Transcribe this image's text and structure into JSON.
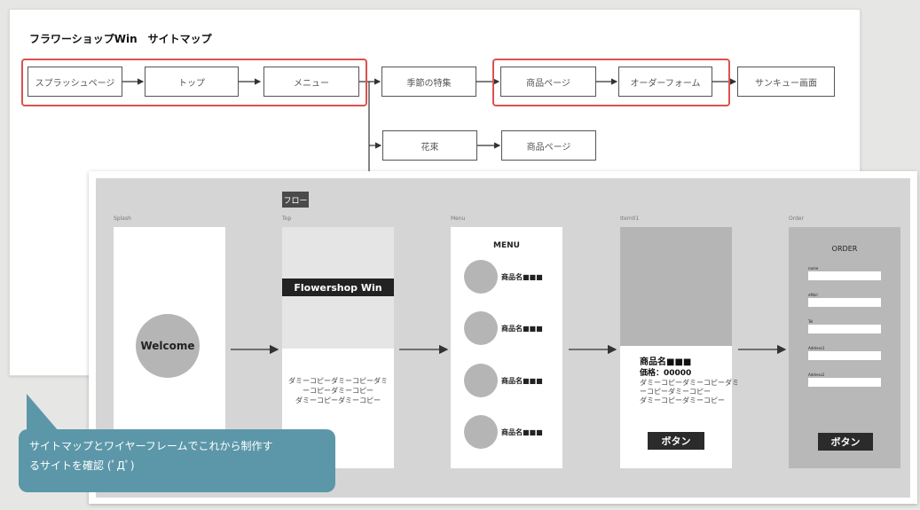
{
  "sitemap": {
    "title": "フラワーショップWin　サイトマップ",
    "row1": [
      "スプラッシュページ",
      "トップ",
      "メニュー",
      "季節の特集",
      "商品ページ",
      "オーダーフォーム",
      "サンキュー画面"
    ],
    "row2": [
      "花束",
      "商品ページ"
    ]
  },
  "wireframe": {
    "flow_tag": "フロー",
    "labels": [
      "Splash",
      "Top",
      "Menu",
      "Item01",
      "Order"
    ],
    "splash": {
      "welcome": "Welcome"
    },
    "top": {
      "banner": "Flowershop Win",
      "dummy_lines": [
        "ダミーコピーダミーコピーダミ",
        "ーコピーダミーコピー",
        "ダミーコピーダミーコピー"
      ]
    },
    "menu": {
      "title": "MENU",
      "items": [
        "商品名■■■",
        "商品名■■■",
        "商品名■■■",
        "商品名■■■"
      ]
    },
    "item": {
      "name": "商品名■■■",
      "price": "価格：00000",
      "desc_lines": [
        "ダミーコピーダミーコピーダミ",
        "ーコピーダミーコピー",
        "ダミーコピーダミーコピー"
      ],
      "button": "ボタン"
    },
    "order": {
      "title": "ORDER",
      "fields": [
        "name",
        "eMail",
        "Tel",
        "Address1",
        "Address2"
      ],
      "button": "ボタン"
    }
  },
  "bubble": {
    "lines": [
      "サイトマップとワイヤーフレームでこれから制作す",
      "るサイトを確認 (ﾟДﾟ)"
    ]
  },
  "colors": {
    "group_border": "#d9534f",
    "bubble": "#5b97a8",
    "dark": "#2b2b2b"
  }
}
